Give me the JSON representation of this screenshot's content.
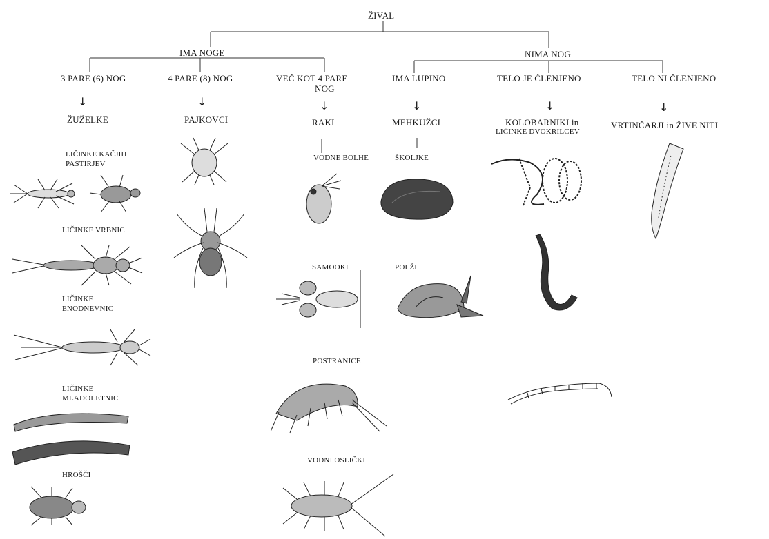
{
  "root": "ŽIVAL",
  "branches": {
    "left": "IMA NOGE",
    "right": "NIMA NOG"
  },
  "groups": [
    {
      "label": "3 PARE (6) NOG",
      "name": "ŽUŽELKE"
    },
    {
      "label": "4 PARE (8) NOG",
      "name": "PAJKOVCI"
    },
    {
      "label_line1": "VEČ KOT 4 PARE",
      "label_line2": "NOG",
      "name": "RAKI"
    },
    {
      "label": "IMA LUPINO",
      "name": "MEHKUŽCI"
    },
    {
      "label": "TELO JE ČLENJENO",
      "name_line1": "KOLOBARNIKI in",
      "name_line2": "LIČINKE DVOKRILCEV"
    },
    {
      "label": "TELO NI ČLENJENO",
      "name": "VRTINČARJI in ŽIVE NITI"
    }
  ],
  "organisms": {
    "kacji_pastirji_1": "LIČINKE KAČJIH",
    "kacji_pastirji_2": "PASTIRJEV",
    "vrbnice": "LIČINKE VRBNIC",
    "enodnevnice_1": "LIČINKE",
    "enodnevnice_2": "ENODNEVNIC",
    "mladoletnice_1": "LIČINKE",
    "mladoletnice_2": "MLADOLETNIC",
    "hrosci": "HROŠČI",
    "vodne_bolhe": "VODNE BOLHE",
    "samooki": "SAMOOKI",
    "postranice": "POSTRANICE",
    "vodni_oslicki": "VODNI OSLIČKI",
    "skoljke": "ŠKOLJKE",
    "polzi": "POLŽI"
  },
  "arrow_glyph": "↓"
}
